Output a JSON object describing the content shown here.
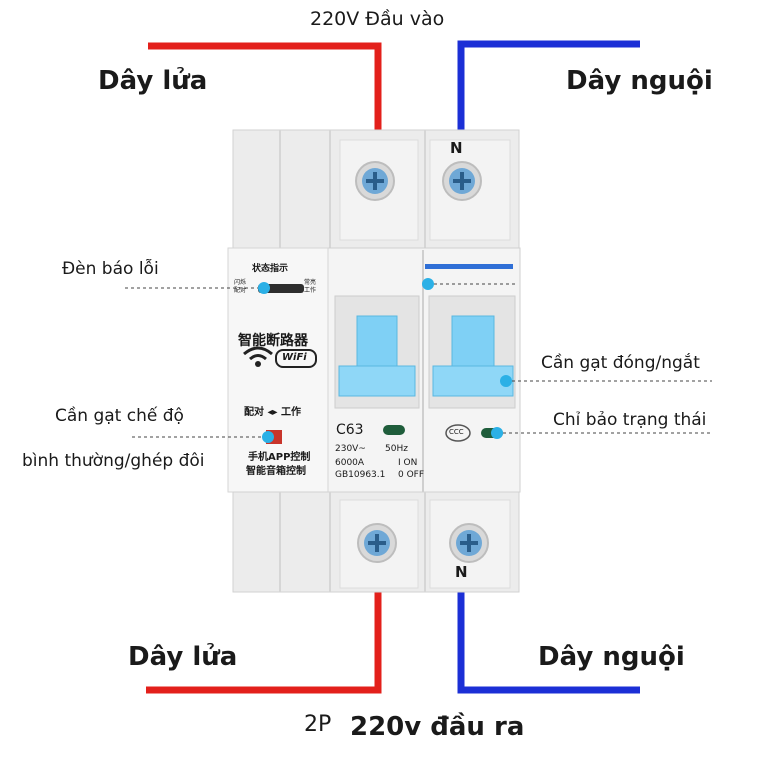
{
  "top_title": "220V Đầu vào",
  "bottom_prefix": "2P",
  "bottom_title": "220v đầu ra",
  "wires": {
    "top_left": "Dây lửa",
    "top_right": "Dây nguội",
    "bottom_left": "Dây lửa",
    "bottom_right": "Dây nguội",
    "live_color": "#e3201b",
    "neutral_color": "#1b2fd6"
  },
  "callouts": {
    "fault_light": "Đèn báo lỗi",
    "mode_switch_line1": "Cần gạt chế độ",
    "mode_switch_line2": "bình thường/ghép đôi",
    "toggle_lever": "Cần gạt đóng/ngắt",
    "status_indicator": "Chỉ bảo trạng thái",
    "dot_color": "#2bb0e6"
  },
  "device": {
    "terminal_top_label": "N",
    "terminal_bottom_label": "N",
    "panel_status_title": "状态指示",
    "panel_left_small_1": "闪烁",
    "panel_left_small_2": "配对",
    "panel_right_small_1": "常亮",
    "panel_right_small_2": "工作",
    "brand_cn": "智能断路器",
    "wifi_label": "WiFi",
    "pair_work": "配对 ◂▸ 工作",
    "app_control": "手机APP控制",
    "voice_control": "智能音箱控制",
    "model": "C63",
    "spec_voltage": "230V~",
    "spec_freq": "50Hz",
    "spec_current": "6000A",
    "spec_on": "I ON",
    "spec_std": "GB10963.1",
    "spec_off": "0 OFF",
    "cert_mark": "CCC",
    "lever_color": "#7fd0f5",
    "body_color": "#f0f0f0"
  }
}
